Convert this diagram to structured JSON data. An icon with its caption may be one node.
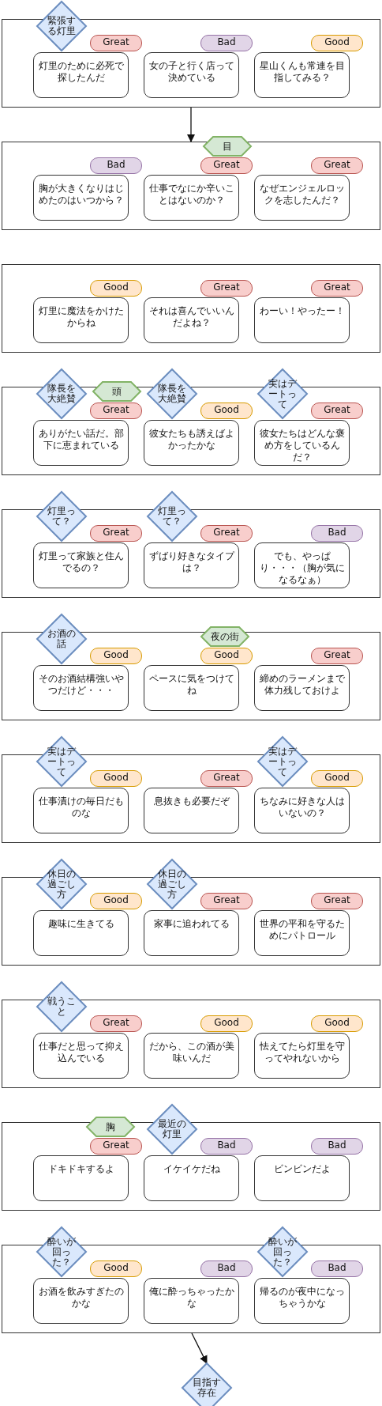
{
  "diagram": {
    "nodes": [
      {
        "text": [],
        "shape": "box"
      },
      {
        "text": [
          "緊張する灯里"
        ]
      },
      {
        "text": [
          "Great"
        ],
        "in": 0
      },
      {
        "text": [
          "灯里のために必死で探したんだ"
        ],
        "in": 0
      },
      {
        "text": [
          "Bad"
        ],
        "in": 0
      },
      {
        "text": [
          "女の子と行く店って決めている"
        ],
        "in": 0
      },
      {
        "text": [
          "Good"
        ],
        "in": 0
      },
      {
        "text": [
          "星山くんも常連を目指してみる？"
        ],
        "in": 0
      },
      {
        "text": [],
        "shape": "box"
      },
      {
        "text": [
          "Bad"
        ],
        "in": 8
      },
      {
        "text": [
          "胸が大きくなりはじめたのはいつから？"
        ],
        "in": 8
      },
      {
        "text": [
          "目"
        ]
      },
      {
        "text": [
          "Great"
        ],
        "in": 8
      },
      {
        "text": [
          "仕事でなにか辛いことはないのか？"
        ],
        "in": 8
      },
      {
        "text": [
          "Great"
        ],
        "in": 8
      },
      {
        "text": [
          "なぜエンジェルロックを志したんだ？"
        ],
        "in": 8
      },
      {
        "text": [],
        "shape": "box"
      },
      {
        "text": [
          "Good"
        ],
        "in": 16
      },
      {
        "text": [
          "灯里に魔法をかけたからね"
        ],
        "in": 16
      },
      {
        "text": [
          "Great"
        ],
        "in": 16
      },
      {
        "text": [
          "それは喜んでいいんだよね？"
        ],
        "in": 16
      },
      {
        "text": [
          "Great"
        ],
        "in": 16
      },
      {
        "text": [
          "わーい！やったー！"
        ],
        "in": 16
      },
      {
        "text": [],
        "shape": "box"
      },
      {
        "text": [
          "隊長を大絶賛"
        ]
      },
      {
        "text": [
          "頭"
        ]
      },
      {
        "text": [
          "Great"
        ],
        "in": 23
      },
      {
        "text": [
          "ありがたい話だ。部下に恵まれている"
        ],
        "in": 23
      },
      {
        "text": [
          "隊長を大絶賛"
        ]
      },
      {
        "text": [
          "Good"
        ],
        "in": 23
      },
      {
        "text": [
          "彼女たちも誘えばよかったかな"
        ],
        "in": 23
      },
      {
        "text": [
          "実はデートって"
        ]
      },
      {
        "text": [
          "Great"
        ],
        "in": 23
      },
      {
        "text": [
          "彼女たちはどんな褒め方をしているんだ？"
        ],
        "in": 23
      },
      {
        "text": [],
        "shape": "box"
      },
      {
        "text": [
          "灯里って？"
        ]
      },
      {
        "text": [
          "Great"
        ],
        "in": 34
      },
      {
        "text": [
          "灯里って家族と住んでるの？"
        ],
        "in": 34
      },
      {
        "text": [
          "灯里って？"
        ]
      },
      {
        "text": [
          "Great"
        ],
        "in": 34
      },
      {
        "text": [
          "ずばり好きなタイプは？"
        ],
        "in": 34
      },
      {
        "text": [
          "Bad"
        ],
        "in": 34
      },
      {
        "text": [
          "でも、やっぱり・・・（胸が気になるなぁ）"
        ],
        "in": 34
      },
      {
        "text": [],
        "shape": "box"
      },
      {
        "text": [
          "お酒の話"
        ]
      },
      {
        "text": [
          "Good"
        ],
        "in": 43
      },
      {
        "text": [
          "そのお酒結構強いやつだけど・・・"
        ],
        "in": 43
      },
      {
        "text": [
          "夜の街"
        ]
      },
      {
        "text": [
          "Good"
        ],
        "in": 43
      },
      {
        "text": [
          "ペースに気をつけてね"
        ],
        "in": 43
      },
      {
        "text": [
          "Great"
        ],
        "in": 43
      },
      {
        "text": [
          "締めのラーメンまで体力残しておけよ"
        ],
        "in": 43
      },
      {
        "text": [],
        "shape": "box"
      },
      {
        "text": [
          "実はデートって"
        ]
      },
      {
        "text": [
          "Good"
        ],
        "in": 52
      },
      {
        "text": [
          "仕事漬けの毎日だものな"
        ],
        "in": 52
      },
      {
        "text": [
          "Great"
        ],
        "in": 52
      },
      {
        "text": [
          "息抜きも必要だぞ"
        ],
        "in": 52
      },
      {
        "text": [
          "実はデートって"
        ]
      },
      {
        "text": [
          "Good"
        ],
        "in": 52
      },
      {
        "text": [
          "ちなみに好きな人はいないの？"
        ],
        "in": 52
      },
      {
        "text": [],
        "shape": "box"
      },
      {
        "text": [
          "休日の過ごし方"
        ]
      },
      {
        "text": [
          "Good"
        ],
        "in": 61
      },
      {
        "text": [
          "趣味に生きてる"
        ],
        "in": 61
      },
      {
        "text": [
          "休日の過ごし方"
        ]
      },
      {
        "text": [
          "Great"
        ],
        "in": 61
      },
      {
        "text": [
          "家事に追われてる"
        ],
        "in": 61
      },
      {
        "text": [
          "Great"
        ],
        "in": 61
      },
      {
        "text": [
          "世界の平和を守るためにパトロール"
        ],
        "in": 61
      },
      {
        "text": [],
        "shape": "box"
      },
      {
        "text": [
          "戦うこと"
        ]
      },
      {
        "text": [
          "Great"
        ],
        "in": 70
      },
      {
        "text": [
          "仕事だと思って抑え込んでいる"
        ],
        "in": 70
      },
      {
        "text": [
          "Good"
        ],
        "in": 70
      },
      {
        "text": [
          "だから、この酒が美味いんだ"
        ],
        "in": 70
      },
      {
        "text": [
          "Good"
        ],
        "in": 70
      },
      {
        "text": [
          "怯えてたら灯里を守ってやれないから"
        ],
        "in": 70
      },
      {
        "text": [],
        "shape": "box"
      },
      {
        "text": [
          "胸"
        ]
      },
      {
        "text": [
          "Great"
        ],
        "in": 78
      },
      {
        "text": [
          "ドキドキするよ"
        ],
        "in": 78
      },
      {
        "text": [
          "最近の灯里"
        ]
      },
      {
        "text": [
          "Bad"
        ],
        "in": 78
      },
      {
        "text": [
          "イケイケだね"
        ],
        "in": 78
      },
      {
        "text": [
          "Bad"
        ],
        "in": 78
      },
      {
        "text": [
          "ビンビンだよ"
        ],
        "in": 78
      },
      {
        "text": [],
        "shape": "box"
      },
      {
        "text": [
          "酔いが回った？"
        ]
      },
      {
        "text": [
          "Good"
        ],
        "in": 87
      },
      {
        "text": [
          "お酒を飲みすぎたのかな"
        ],
        "in": 87
      },
      {
        "text": [
          "Bad"
        ],
        "in": 87
      },
      {
        "text": [
          "俺に酔っちゃったかな"
        ],
        "in": 87
      },
      {
        "text": [
          "酔いが回った？"
        ]
      },
      {
        "text": [
          "Bad"
        ],
        "in": 87
      },
      {
        "text": [
          "帰るのが夜中になっちゃうかな"
        ],
        "in": 87
      },
      {
        "text": [
          "目指す存在"
        ]
      }
    ],
    "edges": [
      {
        "from": 0,
        "to": 8,
        "arrow": "to"
      },
      {
        "from": 87,
        "to": 96,
        "arrow": "to"
      }
    ]
  }
}
